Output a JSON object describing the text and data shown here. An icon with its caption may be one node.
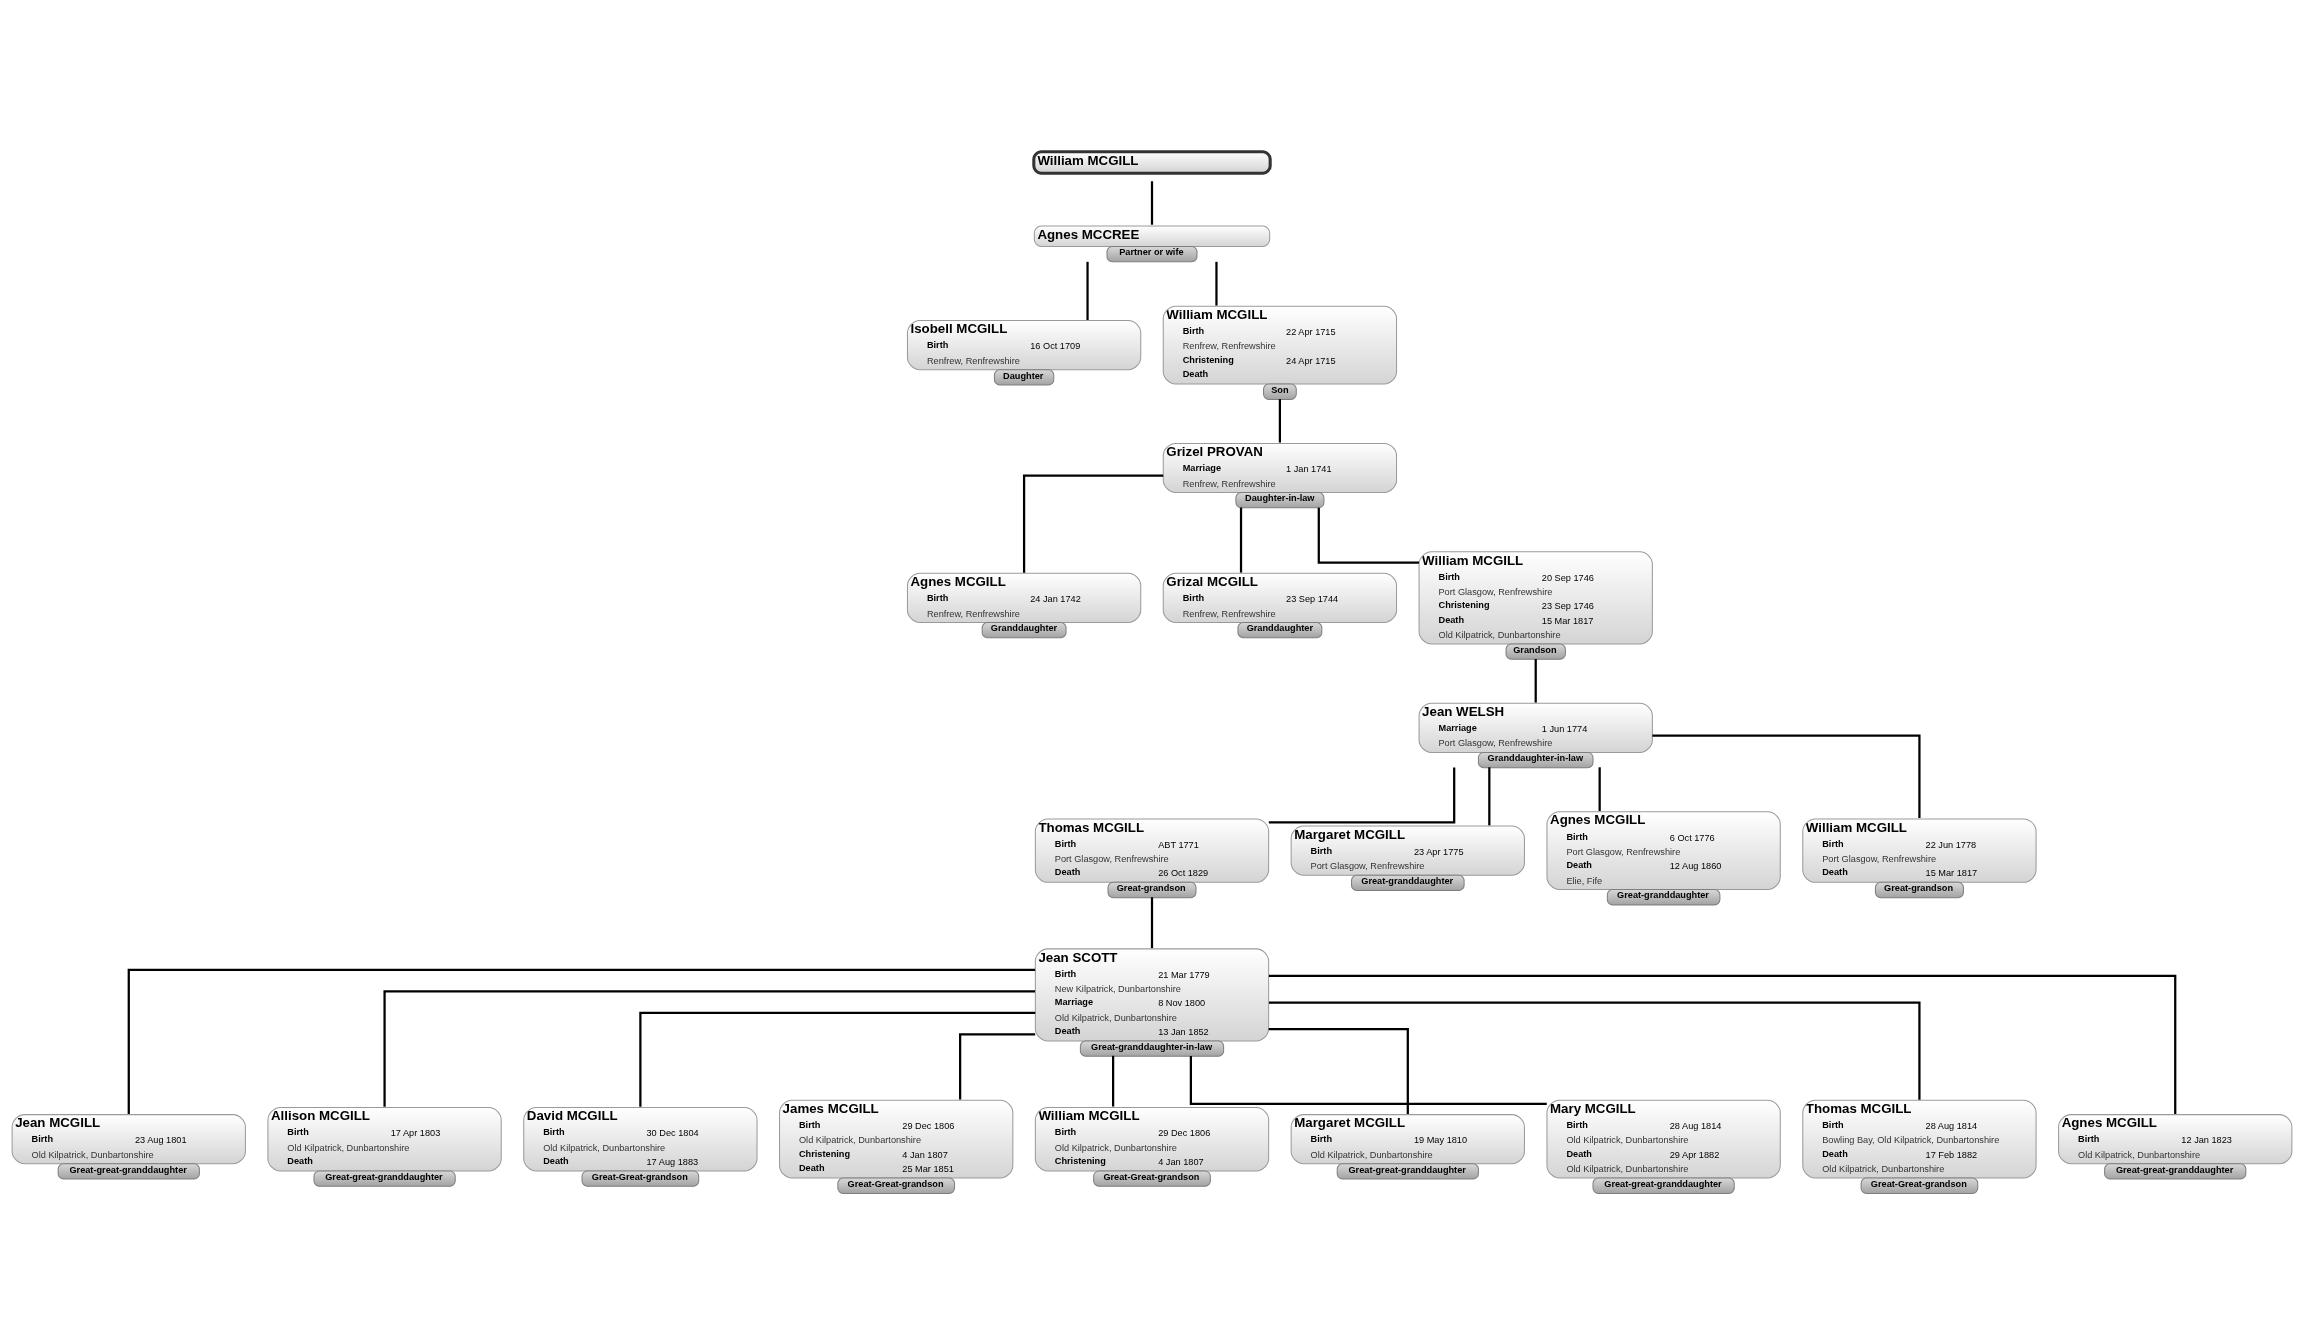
{
  "diagram": {
    "nodes": [
      {
        "text": [
          "William MCGILL"
        ]
      },
      {
        "text": [
          "Agnes MCCREE"
        ],
        "beside": [
          "Partner or wife"
        ]
      },
      {
        "text": [
          "Isobell MCGILL",
          "Birth",
          "16 Oct 1709",
          "Renfrew, Renfrewshire"
        ],
        "beside": [
          "Daughter"
        ]
      },
      {
        "text": [
          "William MCGILL",
          "Birth",
          "22 Apr 1715",
          "Renfrew, Renfrewshire",
          "Christening",
          "24 Apr 1715",
          "Death"
        ],
        "beside": [
          "Son"
        ]
      },
      {
        "text": [
          "Grizel PROVAN",
          "Marriage",
          "1 Jan 1741",
          "Renfrew, Renfrewshire"
        ],
        "beside": [
          "Daughter-in-law"
        ]
      },
      {
        "text": [
          "Agnes MCGILL",
          "Birth",
          "24 Jan 1742",
          "Renfrew, Renfrewshire"
        ],
        "beside": [
          "Granddaughter"
        ]
      },
      {
        "text": [
          "Grizal MCGILL",
          "Birth",
          "23 Sep 1744",
          "Renfrew, Renfrewshire"
        ],
        "beside": [
          "Granddaughter"
        ]
      },
      {
        "text": [
          "William MCGILL",
          "Birth",
          "20 Sep 1746",
          "Port Glasgow, Renfrewshire",
          "Christening",
          "23 Sep 1746",
          "Death",
          "15 Mar 1817",
          "Old Kilpatrick, Dunbartonshire"
        ],
        "beside": [
          "Grandson"
        ]
      },
      {
        "text": [
          "Jean WELSH",
          "Marriage",
          "1 Jun 1774",
          "Port Glasgow, Renfrewshire"
        ],
        "beside": [
          "Granddaughter-in-law"
        ]
      },
      {
        "text": [
          "Thomas MCGILL",
          "Birth",
          "ABT 1771",
          "Port Glasgow, Renfrewshire",
          "Death",
          "26 Oct 1829"
        ],
        "beside": [
          "Great-grandson"
        ]
      },
      {
        "text": [
          "Margaret MCGILL",
          "Birth",
          "23 Apr 1775",
          "Port Glasgow, Renfrewshire"
        ],
        "beside": [
          "Great-granddaughter"
        ]
      },
      {
        "text": [
          "Agnes MCGILL",
          "Birth",
          "6 Oct 1776",
          "Port Glasgow, Renfrewshire",
          "Death",
          "12 Aug 1860",
          "Elie, Fife"
        ],
        "beside": [
          "Great-granddaughter"
        ]
      },
      {
        "text": [
          "William MCGILL",
          "Birth",
          "22 Jun 1778",
          "Port Glasgow, Renfrewshire",
          "Death",
          "15 Mar 1817"
        ],
        "beside": [
          "Great-grandson"
        ]
      },
      {
        "text": [
          "Jean SCOTT",
          "Birth",
          "21 Mar 1779",
          "New Kilpatrick, Dunbartonshire",
          "Marriage",
          "8 Nov 1800",
          "Old Kilpatrick, Dunbartonshire",
          "Death",
          "13 Jan 1852"
        ],
        "beside": [
          "Great-granddaughter-in-law"
        ]
      },
      {
        "text": [
          "Jean MCGILL",
          "Birth",
          "23 Aug 1801",
          "Old Kilpatrick, Dunbartonshire"
        ],
        "beside": [
          "Great-great-granddaughter"
        ]
      },
      {
        "text": [
          "Allison MCGILL",
          "Birth",
          "17 Apr 1803",
          "Old Kilpatrick, Dunbartonshire",
          "Death"
        ],
        "beside": [
          "Great-great-granddaughter"
        ]
      },
      {
        "text": [
          "David MCGILL",
          "Birth",
          "30 Dec 1804",
          "Old Kilpatrick, Dunbartonshire",
          "Death",
          "17 Aug 1883"
        ],
        "beside": [
          "Great-Great-grandson"
        ]
      },
      {
        "text": [
          "James MCGILL",
          "Birth",
          "29 Dec 1806",
          "Old Kilpatrick, Dunbartonshire",
          "Christening",
          "4 Jan 1807",
          "Death",
          "25 Mar 1851"
        ],
        "beside": [
          "Great-Great-grandson"
        ]
      },
      {
        "text": [
          "William MCGILL",
          "Birth",
          "29 Dec 1806",
          "Old Kilpatrick, Dunbartonshire",
          "Christening",
          "4 Jan 1807"
        ],
        "beside": [
          "Great-Great-grandson"
        ]
      },
      {
        "text": [
          "Margaret MCGILL",
          "Birth",
          "19 May 1810",
          "Old Kilpatrick, Dunbartonshire"
        ],
        "beside": [
          "Great-great-granddaughter"
        ]
      },
      {
        "text": [
          "Mary MCGILL",
          "Birth",
          "28 Aug 1814",
          "Old Kilpatrick, Dunbartonshire",
          "Death",
          "29 Apr 1882",
          "Old Kilpatrick, Dunbartonshire"
        ],
        "beside": [
          "Great-great-granddaughter"
        ]
      },
      {
        "text": [
          "Thomas MCGILL",
          "Birth",
          "28 Aug 1814",
          "Bowling Bay, Old Kilpatrick, Dunbartonshire",
          "Death",
          "17 Feb 1882",
          "Old Kilpatrick, Dunbartonshire"
        ],
        "beside": [
          "Great-Great-grandson"
        ]
      },
      {
        "text": [
          "Agnes MCGILL",
          "Birth",
          "12 Jan 1823",
          "Old Kilpatrick, Dunbartonshire"
        ],
        "beside": [
          "Great-great-granddaughter"
        ]
      }
    ],
    "edges": [
      {
        "from": 0,
        "to": 1,
        "arrow": "none"
      },
      {
        "from": 1,
        "to": 2,
        "arrow": "none"
      },
      {
        "from": 1,
        "to": 3,
        "arrow": "none"
      },
      {
        "from": 3,
        "to": 4,
        "arrow": "none"
      },
      {
        "from": 4,
        "to": 5,
        "arrow": "none"
      },
      {
        "from": 4,
        "to": 6,
        "arrow": "none"
      },
      {
        "from": 4,
        "to": 7,
        "arrow": "none"
      },
      {
        "from": 7,
        "to": 8,
        "arrow": "none"
      },
      {
        "from": 8,
        "to": 9,
        "arrow": "none"
      },
      {
        "from": 8,
        "to": 10,
        "arrow": "none"
      },
      {
        "from": 8,
        "to": 11,
        "arrow": "none"
      },
      {
        "from": 8,
        "to": 12,
        "arrow": "none"
      },
      {
        "from": 9,
        "to": 13,
        "arrow": "none"
      },
      {
        "from": 13,
        "to": 14,
        "arrow": "none"
      },
      {
        "from": 13,
        "to": 15,
        "arrow": "none"
      },
      {
        "from": 13,
        "to": 16,
        "arrow": "none"
      },
      {
        "from": 13,
        "to": 17,
        "arrow": "none"
      },
      {
        "from": 13,
        "to": 18,
        "arrow": "none"
      },
      {
        "from": 13,
        "to": 19,
        "arrow": "none"
      },
      {
        "from": 13,
        "to": 20,
        "arrow": "none"
      },
      {
        "from": 13,
        "to": 21,
        "arrow": "none"
      },
      {
        "from": 13,
        "to": 22,
        "arrow": "none"
      }
    ]
  }
}
